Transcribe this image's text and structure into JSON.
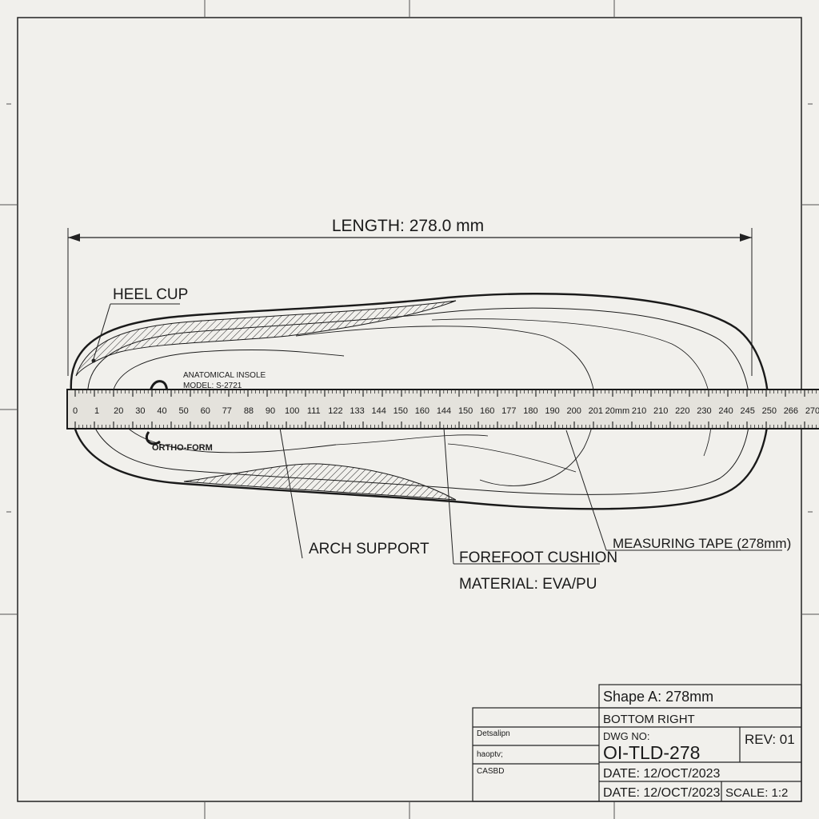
{
  "dimension": {
    "length_label": "LENGTH: 278.0 mm"
  },
  "callouts": {
    "heel_cup": "HEEL CUP",
    "arch_support": "ARCH SUPPORT",
    "forefoot_cushion": "FOREFOOT CUSHION",
    "material": "MATERIAL: EVA/PU",
    "measuring_tape": "MEASURING TAPE (278mm)"
  },
  "insole_print": {
    "name": "ANATOMICAL INSOLE",
    "model": "MODEL: S-2721",
    "brand": "ORTHO-FORM"
  },
  "ruler": {
    "numbers": [
      "0",
      "1",
      "20",
      "30",
      "40",
      "50",
      "60",
      "77",
      "88",
      "90",
      "100",
      "111",
      "122",
      "133",
      "144",
      "150",
      "160",
      "144",
      "150",
      "160",
      "177",
      "180",
      "190",
      "200",
      "201",
      "20mm",
      "210",
      "210",
      "220",
      "230",
      "240",
      "245",
      "250",
      "266",
      "270"
    ]
  },
  "title_block": {
    "shape": "Shape A: 278mm",
    "position": "BOTTOM  RIGHT",
    "dwg_label": "DWG NO:",
    "dwg_number": "OI-TLD-278",
    "rev": "REV:  01",
    "date_1": "DATE: 12/OCT/2023",
    "date_2": "DATE: 12/OCT/2023",
    "scale": "SCALE: 1:2",
    "left_row_1": "Detsalipn",
    "left_row_2": "haoptv;",
    "left_row_3": "CASBD"
  },
  "colors": {
    "paper": "#f1f0ec",
    "ink": "#1a1a1a",
    "ruler": "#e4e2dc"
  }
}
